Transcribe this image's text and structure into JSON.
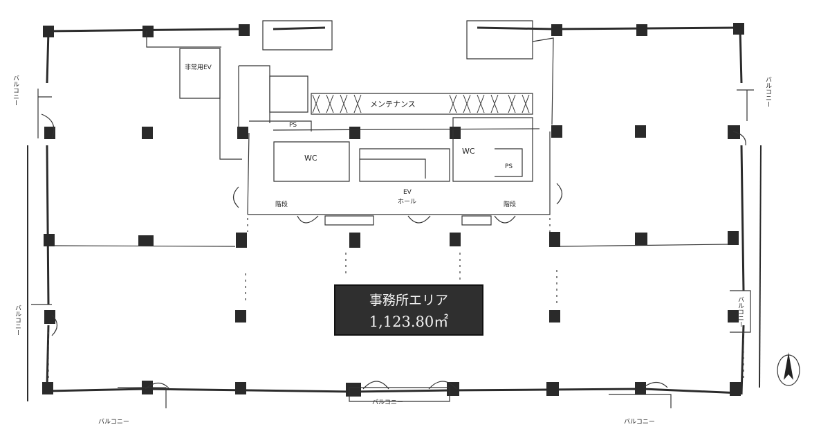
{
  "office_area": {
    "title": "事務所エリア",
    "area": "1,123.80㎡"
  },
  "rooms": {
    "maintenance": "メンテナンス",
    "wc_left": "WC",
    "wc_right": "WC",
    "ev_hall_line1": "EV",
    "ev_hall_line2": "ホール",
    "emergency_ev": "非常用EV",
    "stairs_left": "階段",
    "stairs_right": "階段",
    "ps_left": "PS",
    "ps_right": "PS"
  },
  "balconies": {
    "left_top": "バルコニー",
    "left_bottom": "バルコニー",
    "right_top": "バルコニー",
    "right_mid": "バルコニー",
    "bottom_left": "バルコニー",
    "bottom_center": "バルコニー",
    "bottom_right": "バルコニー"
  },
  "colors": {
    "wall": "#2b2b2b",
    "column": "#2a2a2a",
    "label_box": "#2f2f2f",
    "label_text": "#f2f2f2"
  },
  "icons": {
    "north": "north-arrow-icon"
  }
}
